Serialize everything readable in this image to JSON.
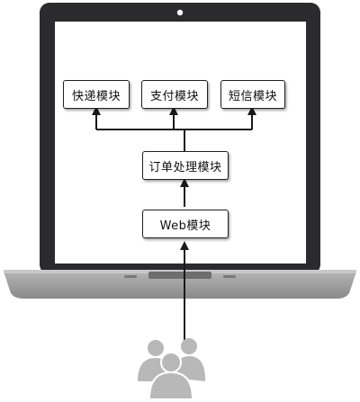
{
  "diagram": {
    "modules": {
      "express": "快递模块",
      "payment": "支付模块",
      "sms": "短信模块",
      "order": "订单处理模块",
      "web": "Web模块"
    }
  },
  "icons": {
    "laptop": "laptop-icon",
    "users": "users-icon"
  },
  "colors": {
    "laptop_bezel": "#2b2b2e",
    "laptop_base": "#a8a8a8",
    "line": "#1a1a1a",
    "users": "#b8b8b8"
  }
}
